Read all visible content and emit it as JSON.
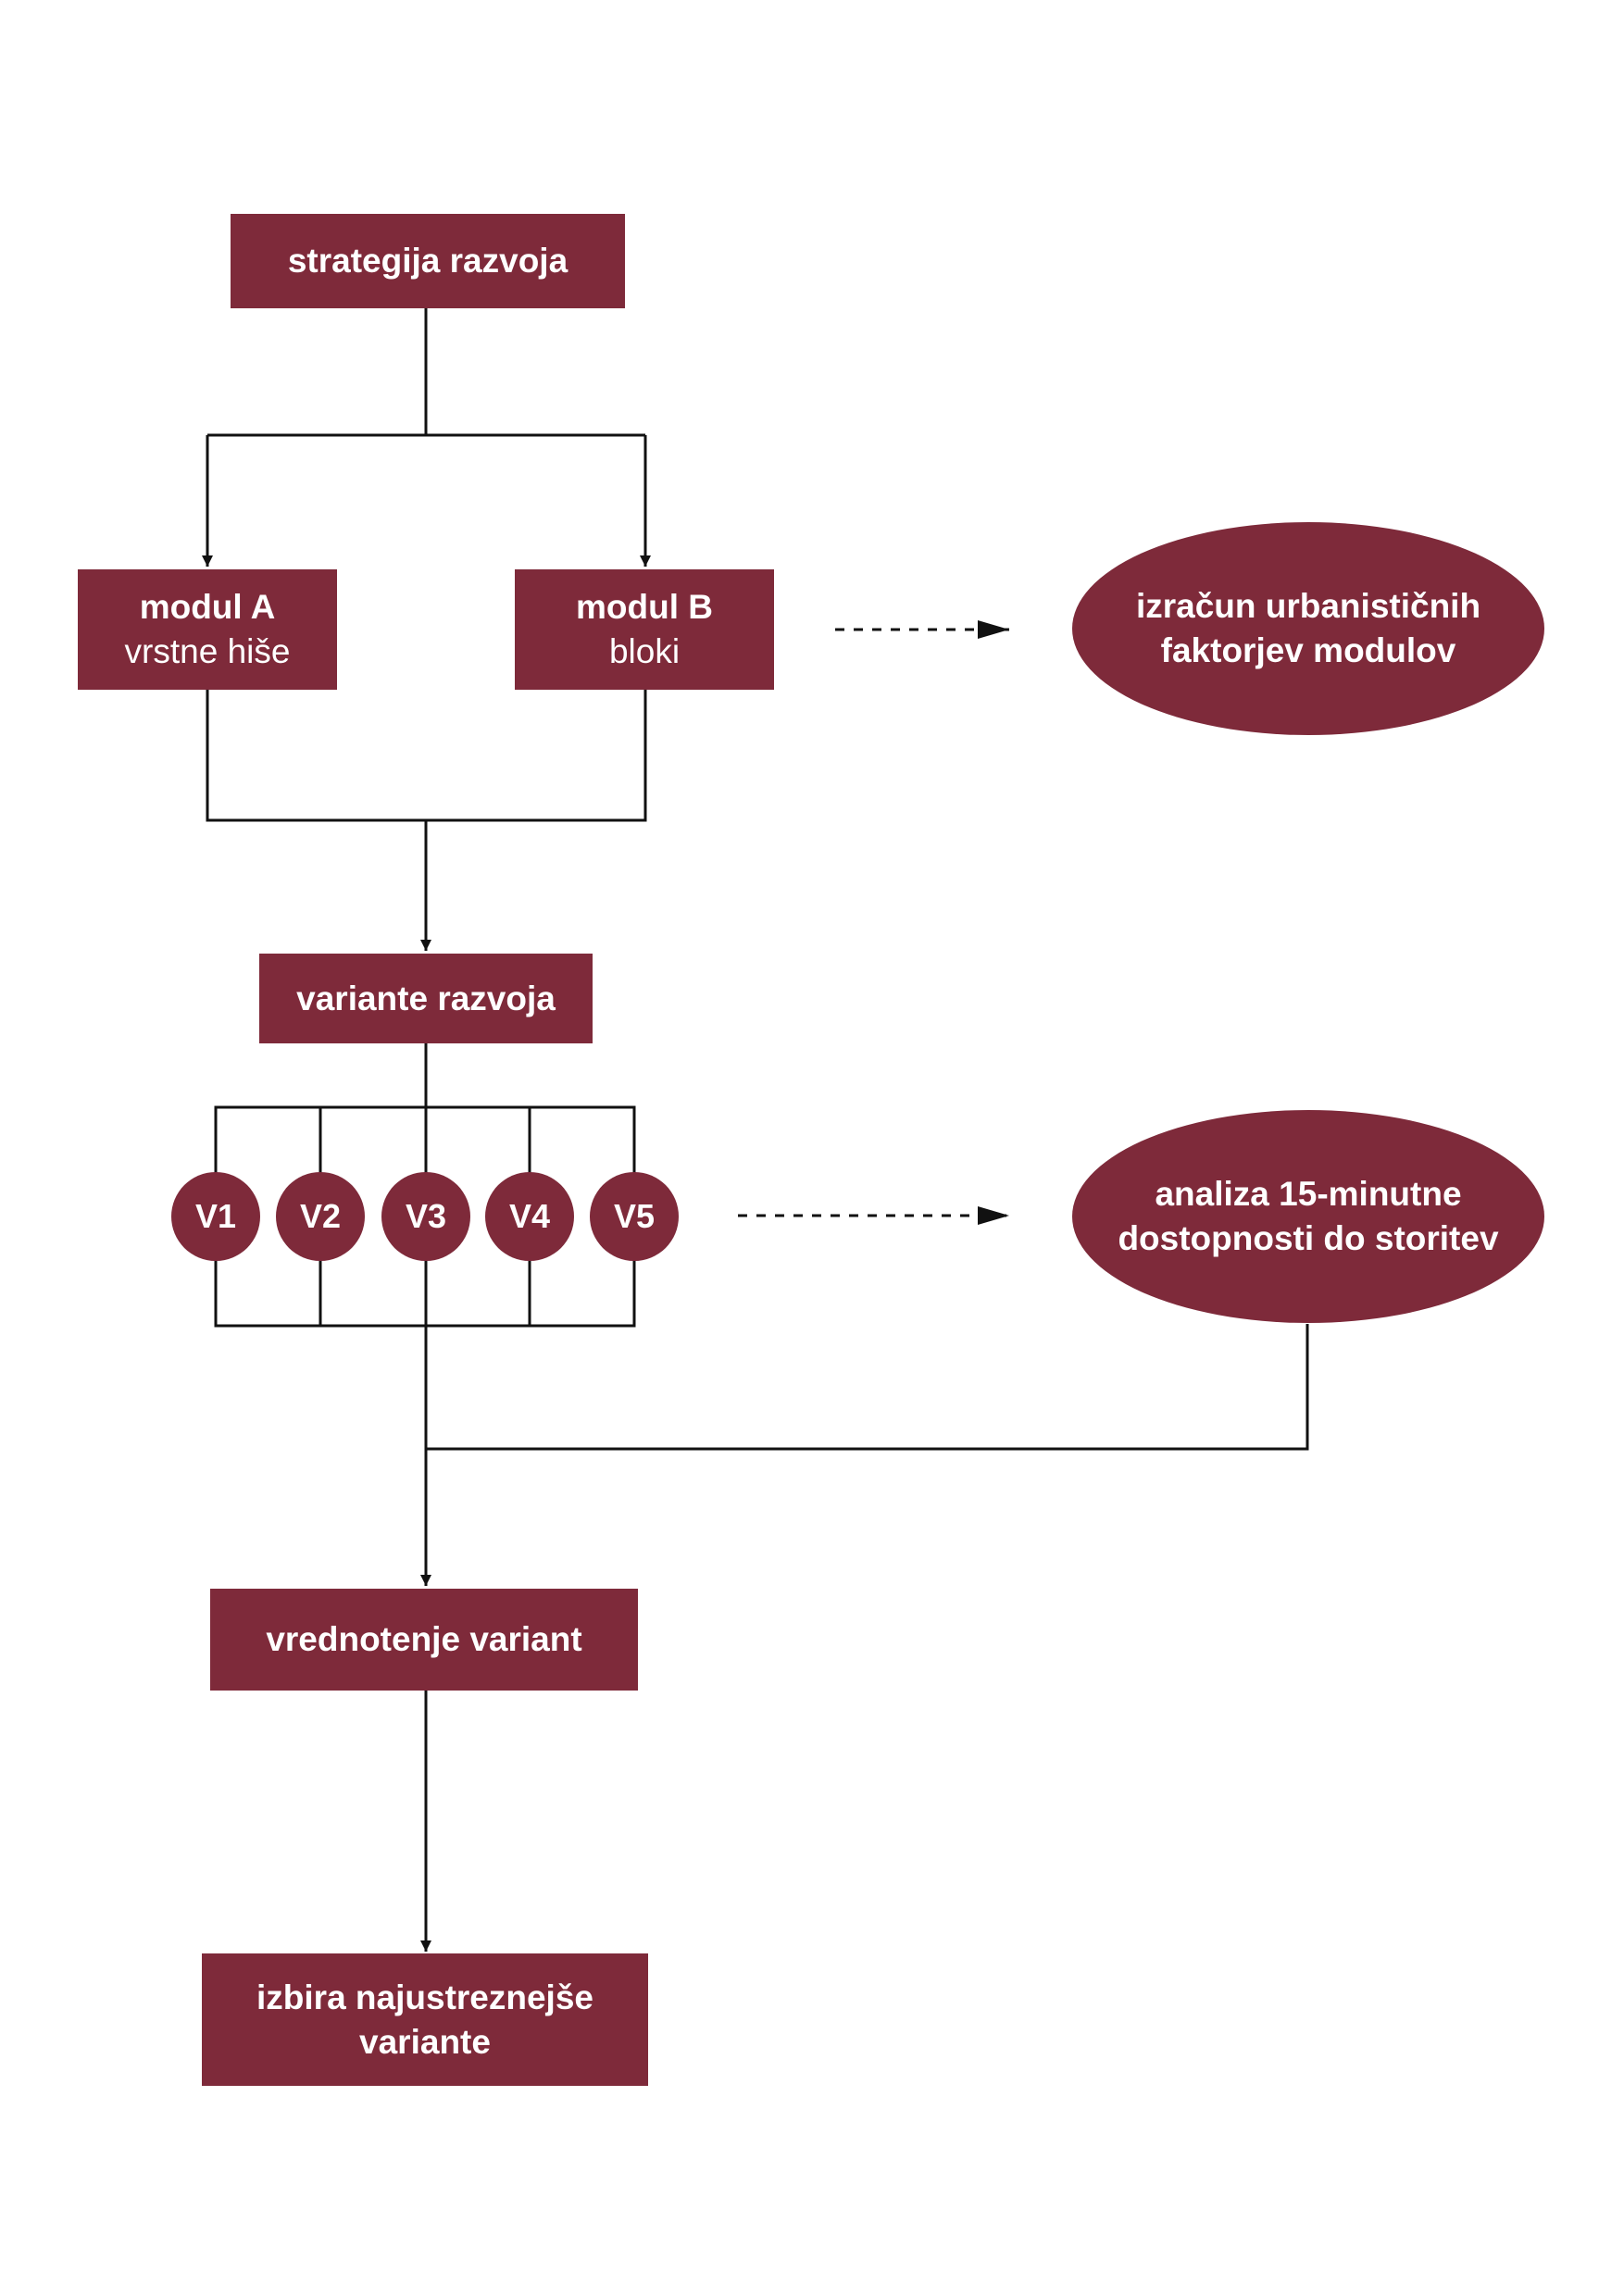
{
  "colors": {
    "box_fill": "#7e2a3a",
    "box_text": "#ffffff",
    "line": "#111111",
    "background": "#ffffff"
  },
  "nodes": {
    "strategy": {
      "label": "strategija razvoja"
    },
    "module_a": {
      "label": "modul A",
      "sublabel": "vrstne hiše"
    },
    "module_b": {
      "label": "modul B",
      "sublabel": "bloki"
    },
    "factors": {
      "line1": "izračun urbanističnih",
      "line2": "faktorjev modulov"
    },
    "variants": {
      "label": "variante razvoja"
    },
    "variant_circles": [
      "V1",
      "V2",
      "V3",
      "V4",
      "V5"
    ],
    "analysis": {
      "line1": "analiza 15-minutne",
      "line2": "dostopnosti do storitev"
    },
    "evaluation": {
      "label": "vrednotenje variant"
    },
    "selection": {
      "line1": "izbira najustreznejše",
      "line2": "variante"
    }
  },
  "edges": [
    {
      "from": "strategija razvoja",
      "to": "modul A",
      "style": "solid"
    },
    {
      "from": "strategija razvoja",
      "to": "modul B",
      "style": "solid"
    },
    {
      "from": "modul B",
      "to": "izračun urbanističnih faktorjev modulov",
      "style": "dashed"
    },
    {
      "from": "modul A",
      "to": "variante razvoja",
      "style": "solid"
    },
    {
      "from": "modul B",
      "to": "variante razvoja",
      "style": "solid"
    },
    {
      "from": "variante razvoja",
      "to": "V1–V5",
      "style": "solid"
    },
    {
      "from": "V1–V5",
      "to": "analiza 15-minutne dostopnosti do storitev",
      "style": "dashed"
    },
    {
      "from": "V1–V5",
      "to": "vrednotenje variant",
      "style": "solid"
    },
    {
      "from": "analiza 15-minutne dostopnosti do storitev",
      "to": "vrednotenje variant",
      "style": "solid"
    },
    {
      "from": "vrednotenje variant",
      "to": "izbira najustreznejše variante",
      "style": "solid"
    }
  ]
}
